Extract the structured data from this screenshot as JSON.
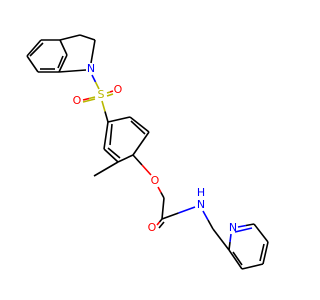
{
  "colors": {
    "bond": "#000000",
    "nitrogen": "#0000ff",
    "oxygen": "#ff0000",
    "sulfur": "#b8b800"
  },
  "labels": {
    "indoline_n": "N",
    "sulfonyl_s": "S",
    "sulfonyl_o_left": "O",
    "sulfonyl_o_right": "O",
    "ether_o": "O",
    "carbonyl_o": "O",
    "amide_n": "N",
    "amide_h": "H",
    "pyridine_n": "N"
  }
}
